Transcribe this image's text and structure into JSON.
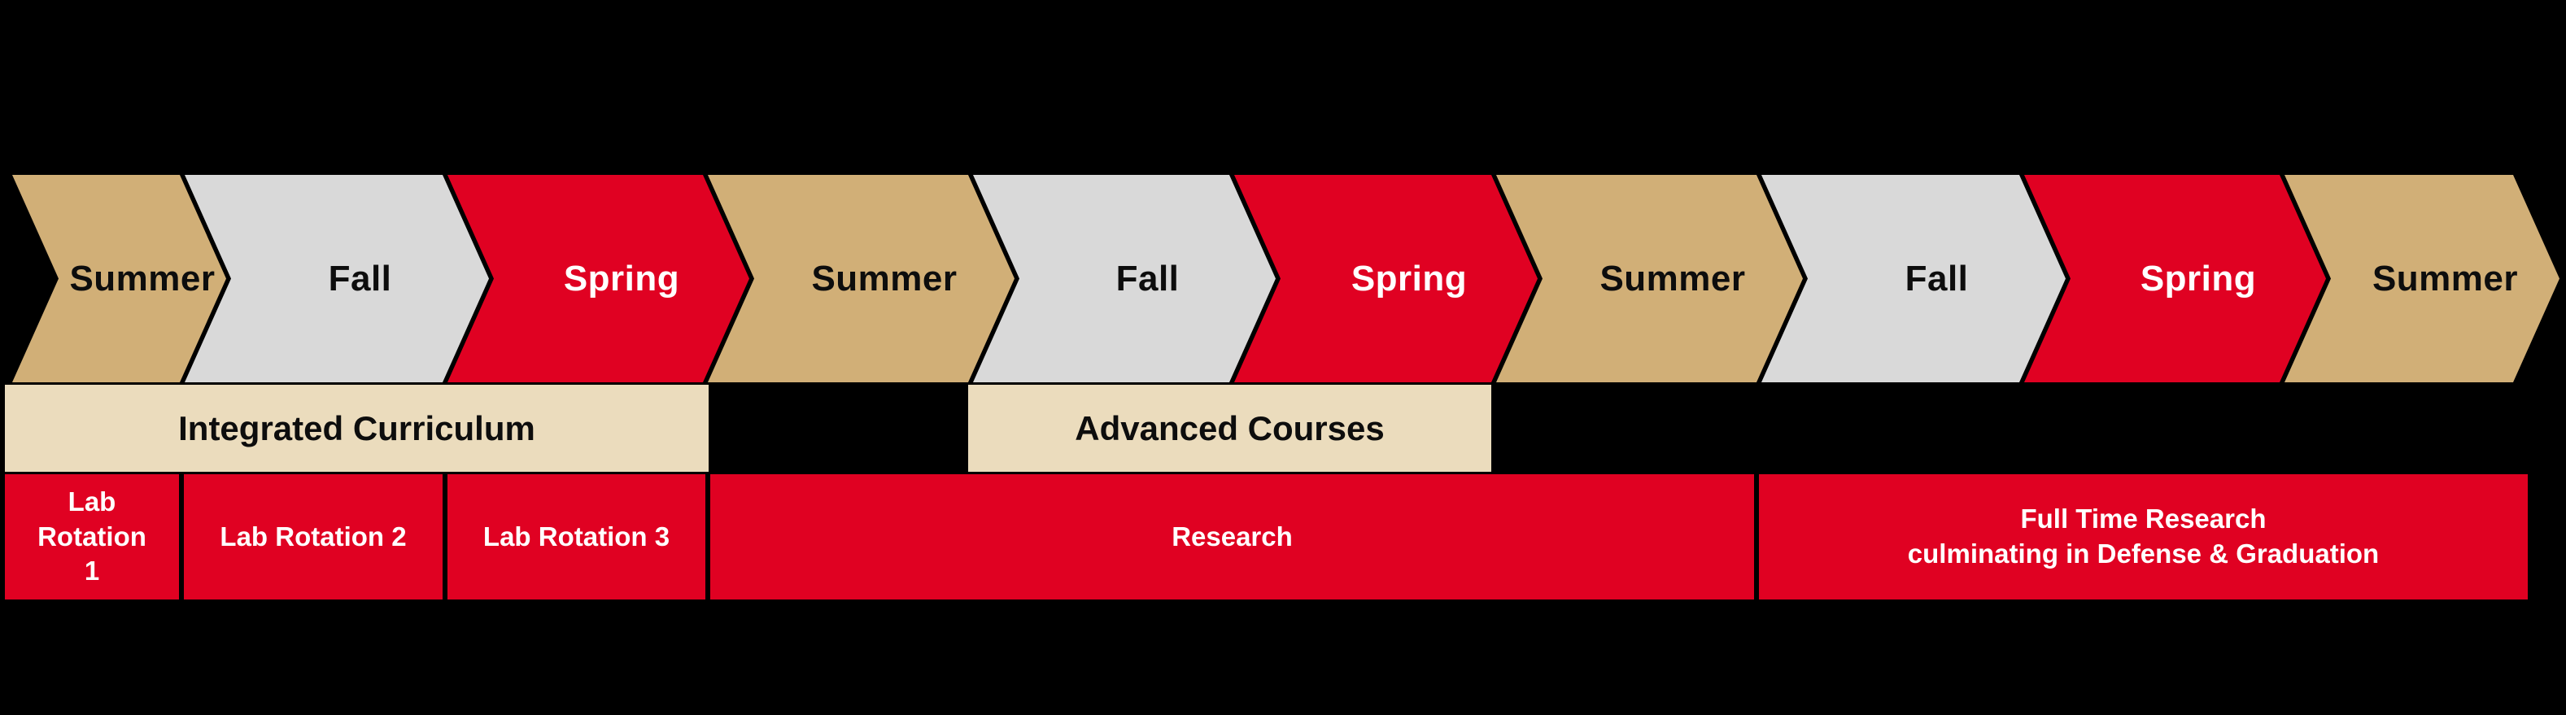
{
  "timeline": {
    "seasons": [
      {
        "label": "Summer",
        "variant": "summer"
      },
      {
        "label": "Fall",
        "variant": "fall"
      },
      {
        "label": "Spring",
        "variant": "spring"
      },
      {
        "label": "Summer",
        "variant": "summer"
      },
      {
        "label": "Fall",
        "variant": "fall"
      },
      {
        "label": "Spring",
        "variant": "spring"
      },
      {
        "label": "Summer",
        "variant": "summer"
      },
      {
        "label": "Fall",
        "variant": "fall"
      },
      {
        "label": "Spring",
        "variant": "spring"
      },
      {
        "label": "Summer",
        "variant": "summer"
      }
    ]
  },
  "phases": {
    "integrated_curriculum": "Integrated Curriculum",
    "advanced_courses": "Advanced Courses"
  },
  "activities": {
    "lab_rotation_1": "Lab Rotation 1",
    "lab_rotation_2": "Lab Rotation 2",
    "lab_rotation_3": "Lab Rotation 3",
    "research": "Research",
    "full_time_research": "Full Time Research\nculminating in Defense & Graduation"
  },
  "colors": {
    "summer": "#d1af77",
    "fall": "#d9d9d9",
    "spring": "#e00122",
    "band": "#ebdcbd",
    "activity": "#e00122",
    "background": "#000000",
    "text_dark": "#0d0d0d",
    "text_light": "#ffffff"
  }
}
